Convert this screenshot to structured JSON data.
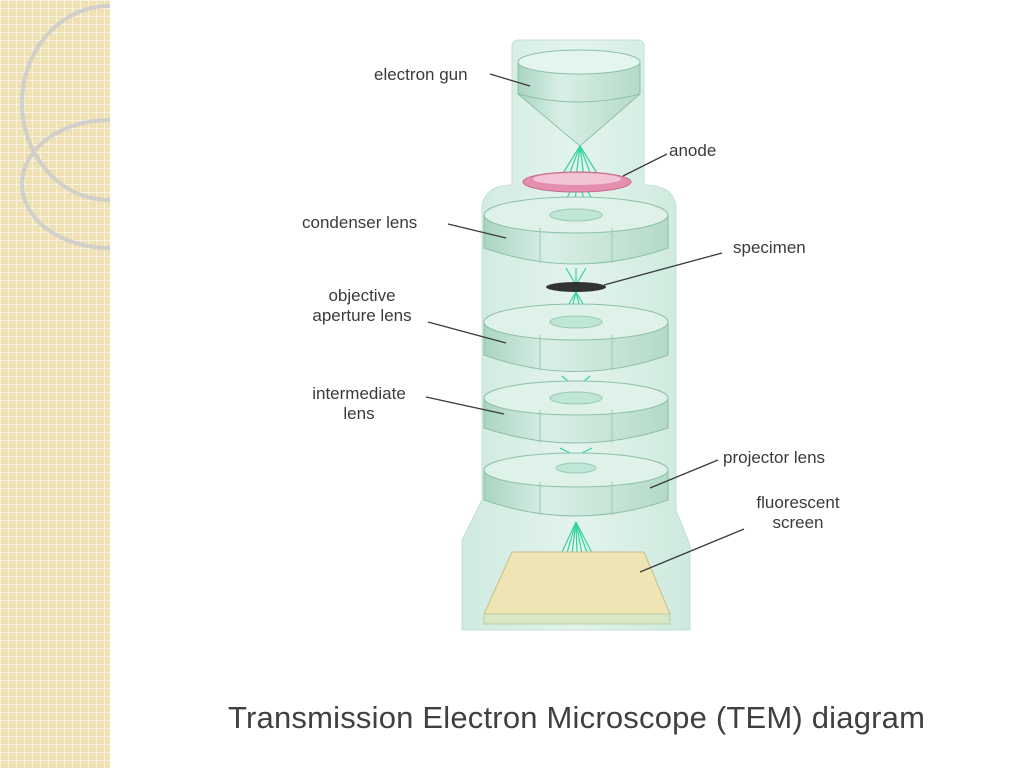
{
  "labels": {
    "electron_gun": "electron gun",
    "anode": "anode",
    "condenser_lens": "condenser lens",
    "specimen": "specimen",
    "objective_line1": "objective",
    "objective_line2": "aperture lens",
    "intermediate_line1": "intermediate",
    "intermediate_line2": "lens",
    "projector_lens": "projector lens",
    "fluorescent_line1": "fluorescent",
    "fluorescent_line2": "screen"
  },
  "caption": "Transmission Electron Microscope (TEM) diagram",
  "colors": {
    "column": "#d6efe6",
    "lens": "#c5e3d5",
    "lens_top": "#dff2ea",
    "beam": "#3ad6a3",
    "anode": "#e58fb0",
    "screen": "#efe4b4",
    "sidebar": "#efe1b3"
  }
}
